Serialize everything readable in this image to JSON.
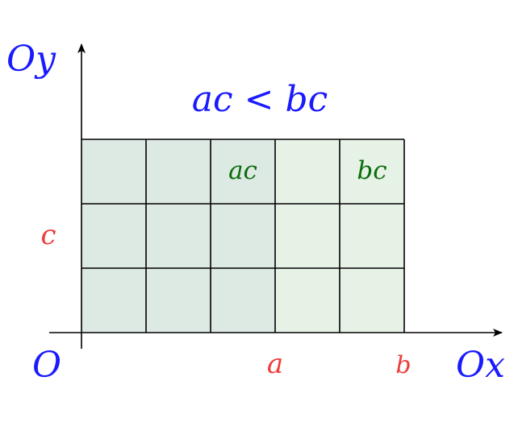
{
  "axes": {
    "y_label": "Oy",
    "x_label": "Ox",
    "origin_label": "O"
  },
  "title": "ac < bc",
  "grid": {
    "rows": 3,
    "cols": 5,
    "a_cols": 3,
    "label_ac": "ac",
    "label_bc": "bc"
  },
  "ticks": {
    "c": "c",
    "a": "a",
    "b": "b"
  },
  "colors": {
    "axis_label": "#1a1aff",
    "title": "#1a1aff",
    "tick_label": "#ee3b3b",
    "cell_label": "#0a6e0a",
    "region_a": "#dde9e3",
    "region_b": "#e7f2e7",
    "line": "#000000"
  }
}
